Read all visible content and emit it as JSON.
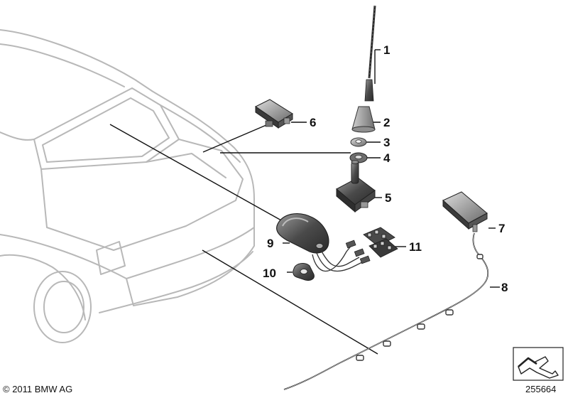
{
  "callouts": [
    {
      "id": "1",
      "label": "1"
    },
    {
      "id": "2",
      "label": "2"
    },
    {
      "id": "3",
      "label": "3"
    },
    {
      "id": "4",
      "label": "4"
    },
    {
      "id": "5",
      "label": "5"
    },
    {
      "id": "6",
      "label": "6"
    },
    {
      "id": "7",
      "label": "7"
    },
    {
      "id": "8",
      "label": "8"
    },
    {
      "id": "9",
      "label": "9"
    },
    {
      "id": "10",
      "label": "10"
    },
    {
      "id": "11",
      "label": "11"
    }
  ],
  "footer": {
    "copyright": "© 2011 BMW AG",
    "diagram_number": "255664"
  },
  "icons": {
    "orientation": "orientation-arrow-icon"
  },
  "colors": {
    "car_outline": "#b8b8b8",
    "part_dark": "#3a3a3a",
    "part_mid": "#8a8a8a",
    "leader": "#111111"
  }
}
